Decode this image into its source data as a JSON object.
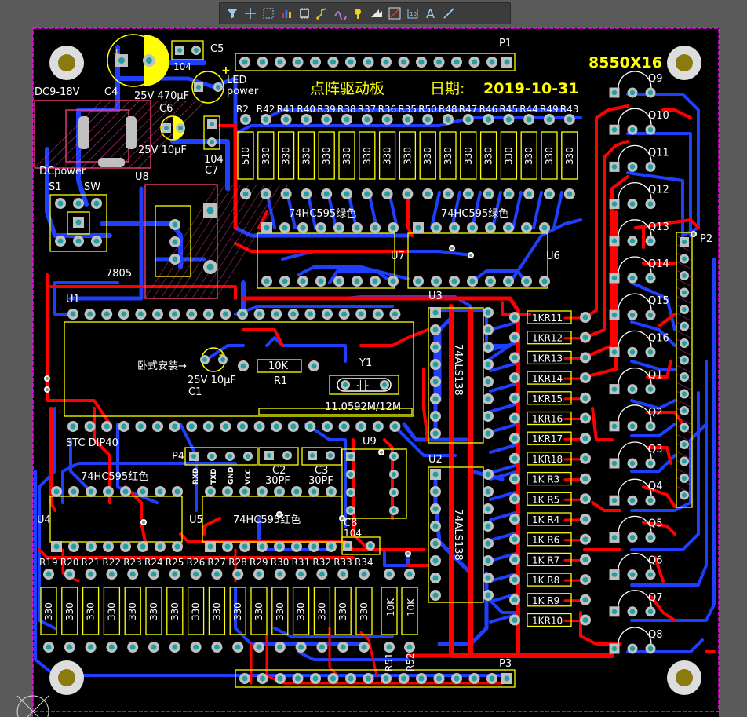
{
  "toolbar": {
    "tools": [
      {
        "icon": "filter-icon"
      },
      {
        "icon": "crosshair-icon"
      },
      {
        "icon": "select-rect-icon"
      },
      {
        "icon": "bar-chart-icon"
      },
      {
        "icon": "component-icon"
      },
      {
        "icon": "route-icon"
      },
      {
        "icon": "diff-pair-icon"
      },
      {
        "icon": "pin-icon"
      },
      {
        "icon": "polygon-icon"
      },
      {
        "icon": "graphic-icon"
      },
      {
        "icon": "dimension-icon"
      },
      {
        "icon": "string-icon",
        "label": "A"
      },
      {
        "icon": "line-icon"
      }
    ]
  },
  "colors": {
    "board": "#000000",
    "outline": "#ff00ff",
    "top_copper": "#ff0000",
    "bottom_copper": "#1f3fff",
    "silk": "#ffff00",
    "pad": "#c0c0c0",
    "pad_hole": "#20a0a0",
    "mount_hole": "#8a7a10"
  },
  "board": {
    "title": "点阵驱动板",
    "date_label": "日期:",
    "date_value": "2019-10-31",
    "matrix_label": "8550X16",
    "labels": {
      "p1": "P1",
      "p2": "P2",
      "p3": "P3",
      "p4": "P4",
      "c5": "C5",
      "c5v": "104",
      "c4": "C4",
      "c4v": "25V 470μF",
      "dc": "DC9-18V",
      "led1": "LED",
      "led2": "power",
      "c6": "C6",
      "c6v": "25V 10μF",
      "c7": "C7",
      "c7v": "104",
      "dcpower": "DCpower",
      "s1": "S1",
      "sw": "SW",
      "u8": "U8",
      "reg": "7805",
      "u1": "U1",
      "u7": "U7",
      "u6": "U6",
      "u3": "U3",
      "u2": "U2",
      "u9": "U9",
      "u4": "U4",
      "u5": "U5",
      "hc_green1": "74HC595绿色",
      "hc_green2": "74HC595绿色",
      "hc_red1": "74HC595红色",
      "hc_red2": "74HC595红色",
      "als138a": "74ALS138",
      "als138b": "74ALS138",
      "mount": "卧式安装→",
      "c1v": "25V 10μF",
      "c1": "C1",
      "r1v": "10K",
      "r1": "R1",
      "y1": "Y1",
      "y1v": "11.0592M/12M",
      "stc": "STC DIP40",
      "c2": "C2",
      "c2v": "30PF",
      "c3": "C3",
      "c3v": "30PF",
      "c8": "C8",
      "c8v": "104",
      "r51": "R51",
      "r52": "R52",
      "rxd": "RXD",
      "txd": "TXD",
      "gnd": "GND",
      "vcc": "VCC",
      "tenk": "10K"
    },
    "top_res_names": [
      "R2",
      "R42",
      "R41",
      "R40",
      "R39",
      "R38",
      "R37",
      "R36",
      "R35",
      "R50",
      "R48",
      "R47",
      "R46",
      "R45",
      "R44",
      "R49",
      "R43"
    ],
    "top_res_values": [
      "510",
      "330",
      "330",
      "330",
      "330",
      "330",
      "330",
      "330",
      "330",
      "330",
      "330",
      "330",
      "330",
      "330",
      "330",
      "330",
      "330"
    ],
    "bottom_res_names": [
      "R19",
      "R20",
      "R21",
      "R22",
      "R23",
      "R24",
      "R25",
      "R26",
      "R27",
      "R28",
      "R29",
      "R30",
      "R31",
      "R32",
      "R33",
      "R34"
    ],
    "bottom_res_values": [
      "330",
      "330",
      "330",
      "330",
      "330",
      "330",
      "330",
      "330",
      "330",
      "330",
      "330",
      "330",
      "330",
      "330",
      "330",
      "330"
    ],
    "mid_res": [
      "1KR11",
      "1KR12",
      "1KR13",
      "1KR14",
      "1KR15",
      "1KR16",
      "1KR17",
      "1KR18",
      "1K R3",
      "1K R5",
      "1K R4",
      "1K R6",
      "1K R7",
      "1K R8",
      "1K R9",
      "1KR10"
    ],
    "transistors": [
      "Q9",
      "Q10",
      "Q11",
      "Q12",
      "Q13",
      "Q14",
      "Q15",
      "Q16",
      "Q1",
      "Q2",
      "Q3",
      "Q4",
      "Q5",
      "Q6",
      "Q7",
      "Q8"
    ]
  }
}
